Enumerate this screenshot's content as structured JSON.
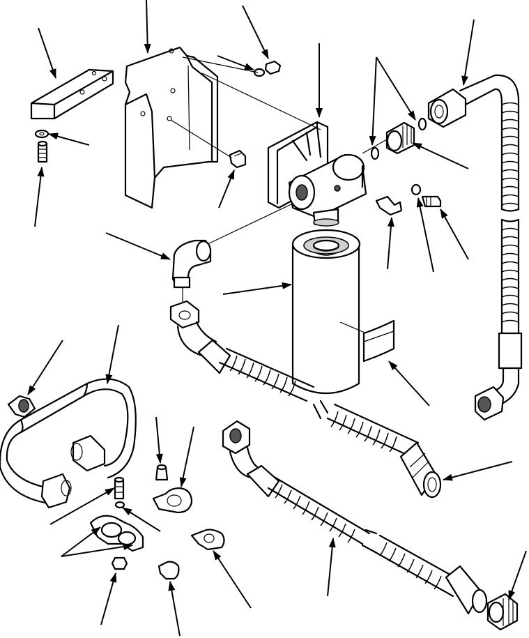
{
  "figure": {
    "type": "exploded-parts-diagram",
    "labels": [],
    "colors": {
      "line": "#000000",
      "background": "#ffffff",
      "shade": "#cfcfcf"
    },
    "parts": [
      "mounting-block",
      "washer",
      "bolt",
      "mounting-bracket",
      "bracket-bolt",
      "washer-and-nut",
      "filter-head",
      "o-ring",
      "adapter-fitting",
      "hose-swivel-nut",
      "return-hose-assembly",
      "elbow-fitting",
      "capscrew",
      "lockwasher",
      "elbow-90-fitting",
      "filter-element",
      "decal-label",
      "supply-hose-assembly",
      "tube-assembly",
      "hose-clip",
      "clamp-half",
      "clamp-bolt",
      "clamp-washer",
      "clamp-nut",
      "p-clip-large",
      "grease-fitting",
      "p-clip",
      "p-clip-small",
      "pressure-hose-assembly",
      "connector-fitting"
    ]
  }
}
